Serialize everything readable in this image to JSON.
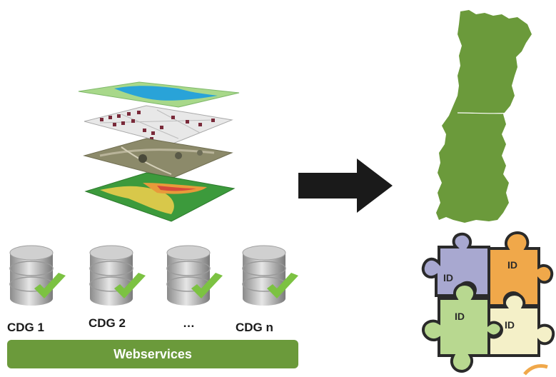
{
  "databases": [
    {
      "label": "CDG 1"
    },
    {
      "label": "CDG 2"
    },
    {
      "label": "…"
    },
    {
      "label": "CDG n"
    }
  ],
  "webservices_label": "Webservices",
  "puzzle_labels": [
    "ID",
    "ID",
    "ID",
    "ID"
  ],
  "colors": {
    "map_green": "#6b9a3b",
    "bar_green": "#6b9a3b",
    "check_green": "#7cc242",
    "arrow": "#1a1a1a"
  }
}
